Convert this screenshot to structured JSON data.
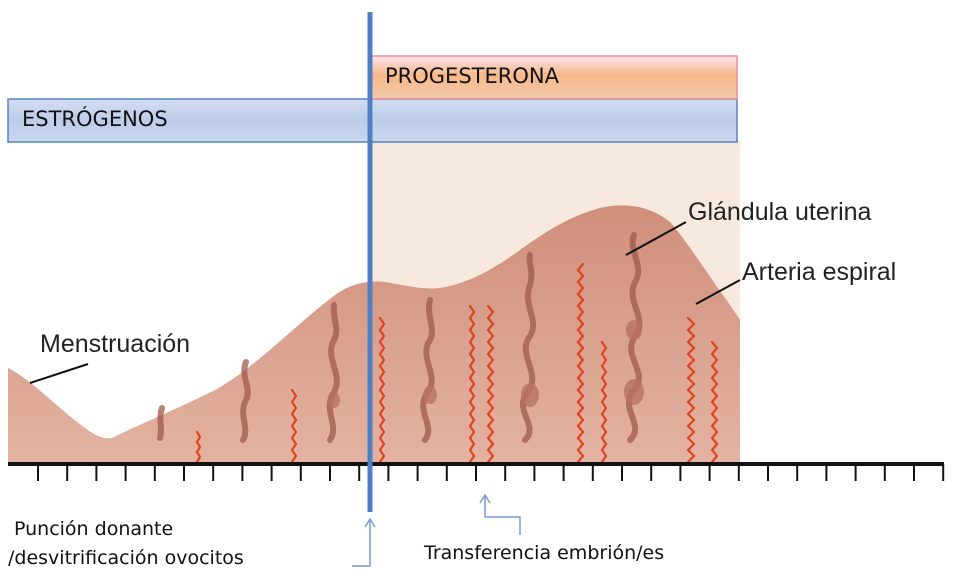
{
  "bars": {
    "progesterone": "PROGESTERONA",
    "estrogens": "ESTRÓGENOS"
  },
  "labels": {
    "menstruation": "Menstruación",
    "uterine_gland": "Glándula uterina",
    "spiral_artery": "Arteria espiral",
    "puncture_line1": "Punción donante",
    "puncture_line2": "/desvitrificación ovocitos",
    "transfer": "Transferencia embrión/es"
  },
  "colors": {
    "estrogen_bar": "#c5d5ee",
    "progesterone_bar": "#f3c4a0",
    "tissue": "#d9a08c",
    "artery": "#e0431f",
    "marker_line": "#4f7ec3"
  }
}
